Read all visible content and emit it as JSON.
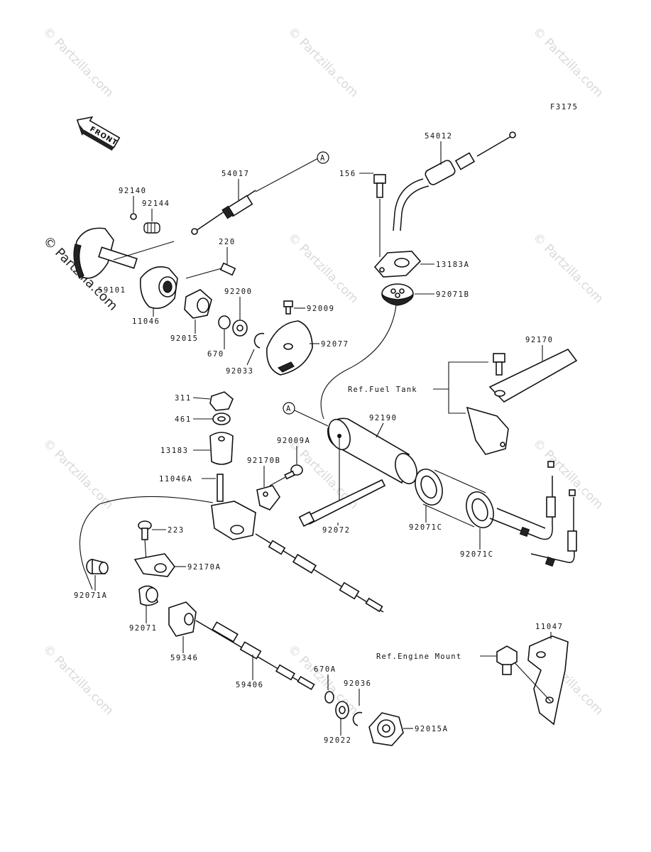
{
  "diagram": {
    "code": "F3175",
    "front_label": "FRONT",
    "watermark": "© Partzilla.com",
    "callout_letter": "A",
    "ref_fuel_tank": "Ref.Fuel Tank",
    "ref_engine_mount": "Ref.Engine Mount",
    "parts": [
      "54017",
      "92140",
      "92144",
      "59101",
      "220",
      "11046",
      "92015",
      "670",
      "92200",
      "92033",
      "92009",
      "92077",
      "54012",
      "156",
      "13183A",
      "92071B",
      "92170",
      "311",
      "461",
      "13183",
      "11046A",
      "92170B",
      "92009A",
      "92190",
      "92072",
      "92071C",
      "92071C",
      "223",
      "92170A",
      "92071A",
      "92071",
      "59346",
      "59406",
      "670A",
      "92036",
      "92022",
      "92015A",
      "11047"
    ]
  }
}
